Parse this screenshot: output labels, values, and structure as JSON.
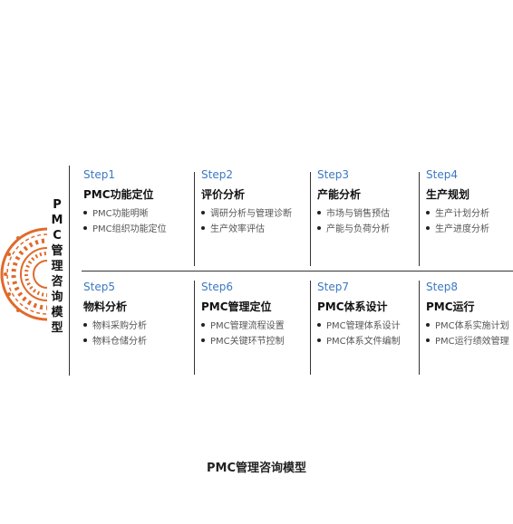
{
  "vertical_title": [
    "P",
    "M",
    "C",
    "管",
    "理",
    "咨",
    "询",
    "模",
    "型"
  ],
  "steps": [
    {
      "label": "Step1",
      "title": "PMC功能定位",
      "items": [
        "PMC功能明晰",
        "PMC组织功能定位"
      ]
    },
    {
      "label": "Step2",
      "title": "评价分析",
      "items": [
        "调研分析与管理诊断",
        "生产效率评估"
      ]
    },
    {
      "label": "Step3",
      "title": "产能分析",
      "items": [
        "市场与销售预估",
        "产能与负荷分析"
      ]
    },
    {
      "label": "Step4",
      "title": "生产规划",
      "items": [
        "生产计划分析",
        "生产进度分析"
      ]
    },
    {
      "label": "Step5",
      "title": "物料分析",
      "items": [
        "物料采购分析",
        "物料仓储分析"
      ]
    },
    {
      "label": "Step6",
      "title": "PMC管理定位",
      "items": [
        "PMC管理流程设置",
        "PMC关键环节控制"
      ]
    },
    {
      "label": "Step7",
      "title": "PMC体系设计",
      "items": [
        "PMC管理体系设计",
        "PMC体系文件编制"
      ]
    },
    {
      "label": "Step8",
      "title": "PMC运行",
      "items": [
        "PMC体系实施计划",
        "PMC运行绩效管理"
      ]
    }
  ],
  "caption": "PMC管理咨询模型",
  "colors": {
    "accent_blue": "#3b78c2",
    "ornament_orange": "#e06a2c"
  },
  "icons": {
    "ornament": "circular-pattern-ornament"
  }
}
